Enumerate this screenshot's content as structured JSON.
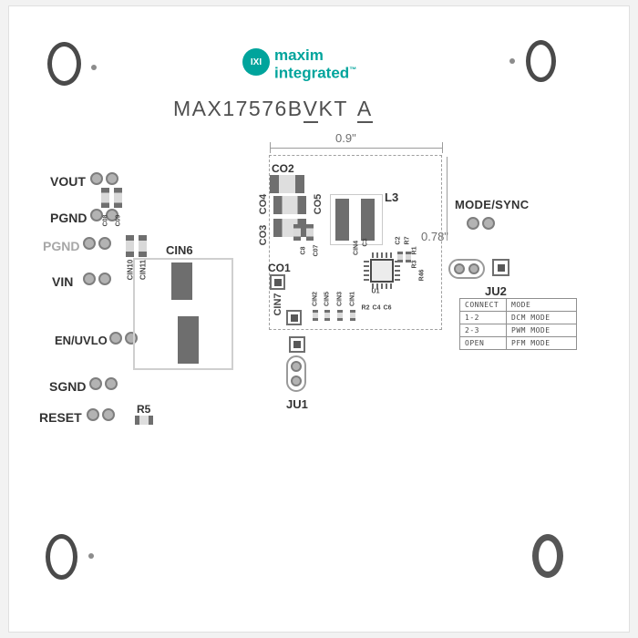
{
  "logo": {
    "icon": "IXI",
    "line1": "maxim",
    "line2": "integrated",
    "tm": "™"
  },
  "title": {
    "p1": "MAX17576B",
    "p2": "V",
    "p3": "KT",
    "p4": "A"
  },
  "dimensions": {
    "width": "0.9\"",
    "height": "0.78\""
  },
  "left_pins": [
    {
      "label": "VOUT"
    },
    {
      "label": "PGND"
    },
    {
      "label": "PGND"
    },
    {
      "label": "VIN"
    },
    {
      "label": "EN/UVLO"
    },
    {
      "label": "SGND"
    },
    {
      "label": "RESET"
    }
  ],
  "refdes": {
    "cin6": "CIN6",
    "r5": "R5",
    "co2": "CO2",
    "co4": "CO4",
    "co5": "CO5",
    "co3": "CO3",
    "co1": "CO1",
    "cin7": "CIN7",
    "l3": "L3",
    "u1": "U1",
    "c08": "C08",
    "c09": "C09",
    "cin10": "CIN10",
    "cin11": "CIN11",
    "c8": "C8",
    "c07": "C07",
    "cin4": "CIN4",
    "c3": "C3",
    "c2": "C2",
    "r7": "R7",
    "r1": "R1",
    "r3": "R3",
    "r46": "R46",
    "cin2": "CIN2",
    "cin5": "CIN5",
    "cin3": "CIN3",
    "cin1": "CIN1",
    "r2": "R2",
    "c4": "C4",
    "c6": "C6",
    "ju1": "JU1",
    "ju2": "JU2"
  },
  "mode_sync_label": "MODE/SYNC",
  "mode_table": {
    "headers": [
      "CONNECT",
      "MODE"
    ],
    "rows": [
      {
        "connect": "1-2",
        "mode": "DCM MODE"
      },
      {
        "connect": "2-3",
        "mode": "PWM MODE"
      },
      {
        "connect": "OPEN",
        "mode": "PFM MODE"
      }
    ]
  }
}
